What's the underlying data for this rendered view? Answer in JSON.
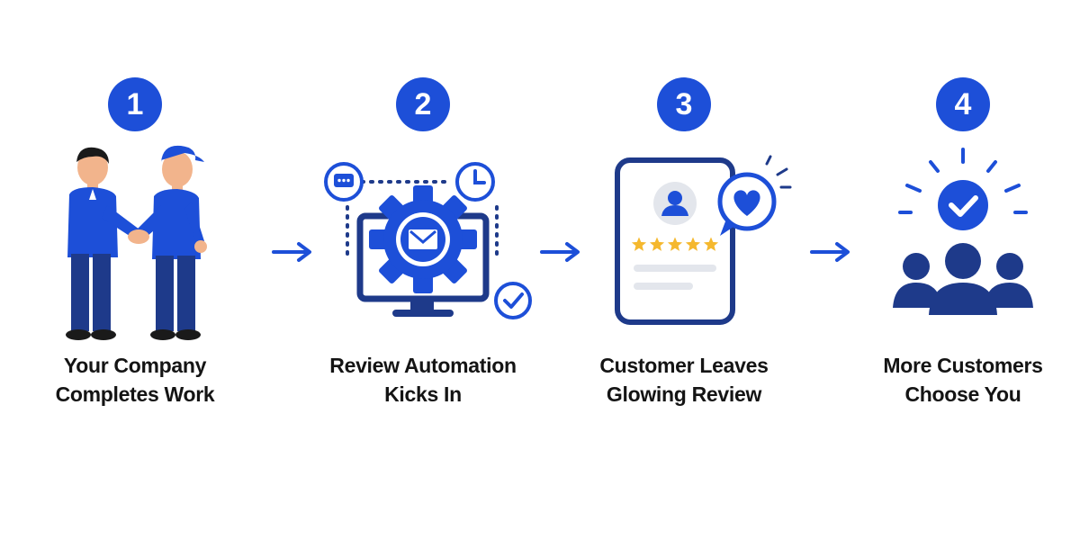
{
  "colors": {
    "primary": "#1d4fd8",
    "navy": "#1e3a8a",
    "star": "#f5b82e",
    "skin": "#f2b48c",
    "text": "#141414"
  },
  "steps": [
    {
      "number": "1",
      "label_lines": [
        "Your Company",
        "Completes Work"
      ],
      "icon": "handshake-icon"
    },
    {
      "number": "2",
      "label_lines": [
        "Review Automation",
        "Kicks In"
      ],
      "icon": "automation-gear-icon"
    },
    {
      "number": "3",
      "label_lines": [
        "Customer Leaves",
        "Glowing Review"
      ],
      "icon": "review-card-icon",
      "rating_stars": 5
    },
    {
      "number": "4",
      "label_lines": [
        "More Customers",
        "Choose You"
      ],
      "icon": "customers-group-icon"
    }
  ],
  "arrows": [
    "arrow-right-icon",
    "arrow-right-icon",
    "arrow-right-icon"
  ]
}
